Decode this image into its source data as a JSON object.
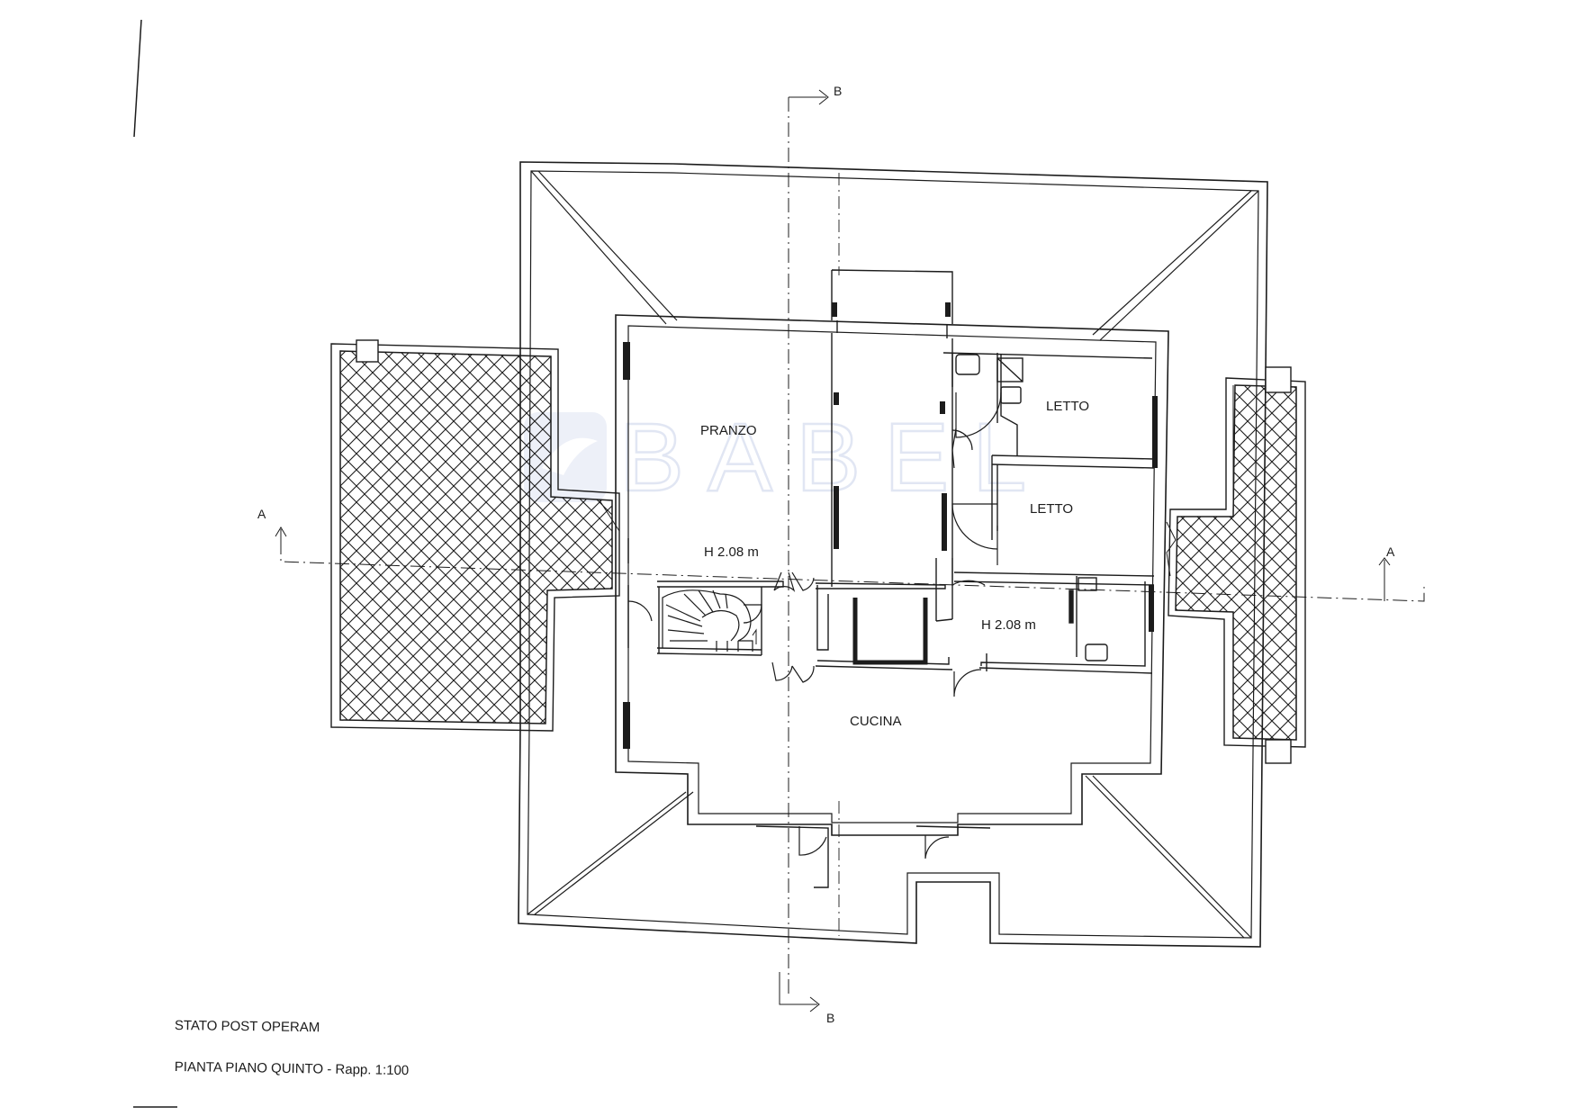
{
  "watermark": "BABEL",
  "rooms": {
    "pranzo": "PRANZO",
    "cucina": "CUCINA",
    "letto_1": "LETTO",
    "letto_2": "LETTO",
    "height_left": "H 2.08 m",
    "height_right": "H 2.08 m"
  },
  "sections": {
    "a_left": "A",
    "a_right": "A",
    "b_top": "B",
    "b_bottom": "B"
  },
  "caption": {
    "status": "STATO POST OPERAM",
    "plan": "PIANTA PIANO QUINTO - Rapp. 1:100"
  },
  "colors": {
    "ink": "#1c1c1c",
    "watermark": "#c9d2ea"
  }
}
